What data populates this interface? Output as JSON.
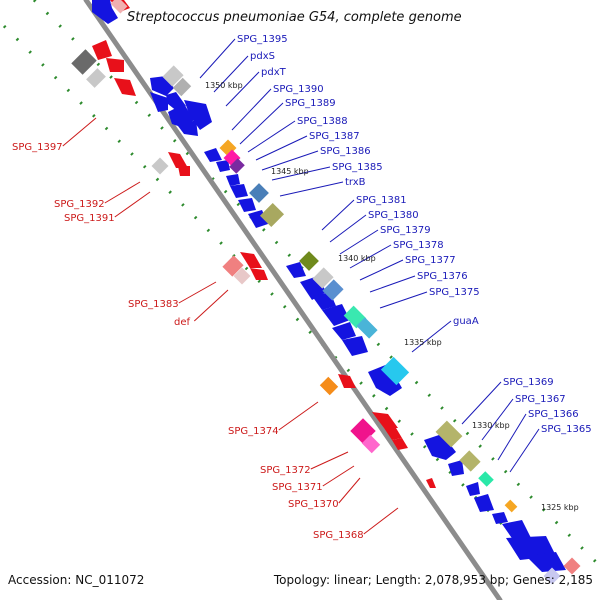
{
  "title": "Streptococcus pneumoniae G54, complete genome",
  "footer": {
    "accession": "Accession: NC_011072",
    "topology": "Topology: linear; Length: 2,078,953 bp; Genes: 2,185"
  },
  "colors": {
    "forward_gene": "#1414e0",
    "reverse_gene": "#e8101a",
    "forward_label": "#1a1ab8",
    "reverse_label": "#cc1a1a",
    "backbone": "#8c8c8c",
    "tick_dots": "#2e8b2e"
  },
  "scale_labels": [
    "1350 kbp",
    "1345 kbp",
    "1340 kbp",
    "1335 kbp",
    "1330 kbp",
    "1325 kbp"
  ],
  "forward_gene_labels": [
    "SPG_1395",
    "pdxS",
    "pdxT",
    "SPG_1390",
    "SPG_1389",
    "SPG_1388",
    "SPG_1387",
    "SPG_1386",
    "SPG_1385",
    "trxB",
    "SPG_1381",
    "SPG_1380",
    "SPG_1379",
    "SPG_1378",
    "SPG_1377",
    "SPG_1376",
    "SPG_1375",
    "guaA",
    "SPG_1369",
    "SPG_1367",
    "SPG_1366",
    "SPG_1365"
  ],
  "reverse_gene_labels": [
    "SPG_1397",
    "SPG_1392",
    "SPG_1391",
    "SPG_1383",
    "def",
    "SPG_1374",
    "SPG_1372",
    "SPG_1371",
    "SPG_1370",
    "SPG_1368"
  ]
}
